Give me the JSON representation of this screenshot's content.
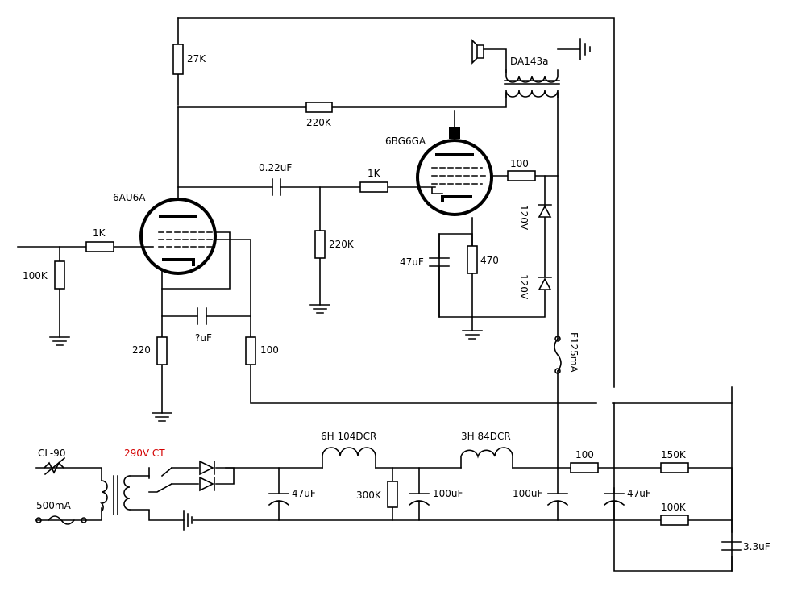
{
  "labels": {
    "r27k": "27K",
    "r220k_fb": "220K",
    "tube1": "6AU6A",
    "tube2": "6BG6GA",
    "c022": "0.22uF",
    "r1k_grid2": "1K",
    "r220k_grid": "220K",
    "r1k_in": "1K",
    "r100k_in": "100K",
    "c_unknown": "?uF",
    "r220_cath": "220",
    "r100_cath": "100",
    "c47_cath": "47uF",
    "r470": "470",
    "r100_screen": "100",
    "z120_top": "120V",
    "z120_bot": "120V",
    "fuse": "F125mA",
    "xfmr_out": "DA143a",
    "cl90": "CL-90",
    "fuse500": "500mA",
    "ptrans": "290V CT",
    "choke1": "6H 104DCR",
    "choke2": "3H 84DCR",
    "c47_ps1": "47uF",
    "r300k": "300K",
    "c100_ps1": "100uF",
    "c100_ps2": "100uF",
    "r100_ps": "100",
    "c47_ps2": "47uF",
    "r150k": "150K",
    "r100k_ps": "100K",
    "c33": "3.3uF"
  },
  "colors": {
    "accent_red": "#d40000",
    "ink": "#000000"
  }
}
